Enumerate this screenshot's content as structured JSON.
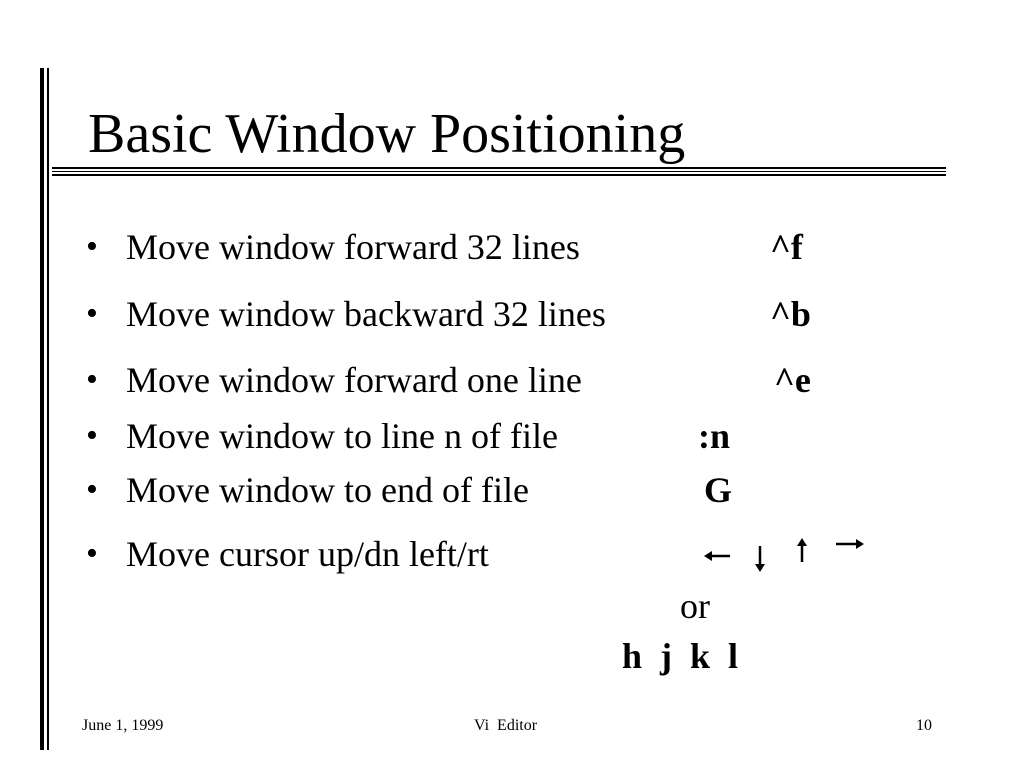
{
  "slide": {
    "title": "Basic Window Positioning",
    "bullets": [
      {
        "text": "Move window forward 32 lines",
        "command": "^f"
      },
      {
        "text": "Move window backward 32 lines",
        "command": "^b"
      },
      {
        "text": "Move window forward one line",
        "command": "^e"
      },
      {
        "text": "Move window to line n of file",
        "command": ":n"
      },
      {
        "text": "Move window to end of file",
        "command": "G"
      },
      {
        "text": "Move cursor up/dn left/rt",
        "arrow_icons": [
          "left-arrow-icon",
          "down-arrow-icon",
          "up-arrow-icon",
          "right-arrow-icon"
        ]
      }
    ],
    "or_text": "or",
    "alt_keys": "h  j  k  l"
  },
  "footer": {
    "date": "June 1, 1999",
    "center": "Vi  Editor",
    "page_number": "10"
  },
  "colors": {
    "background": "#ffffff",
    "text": "#000000"
  }
}
